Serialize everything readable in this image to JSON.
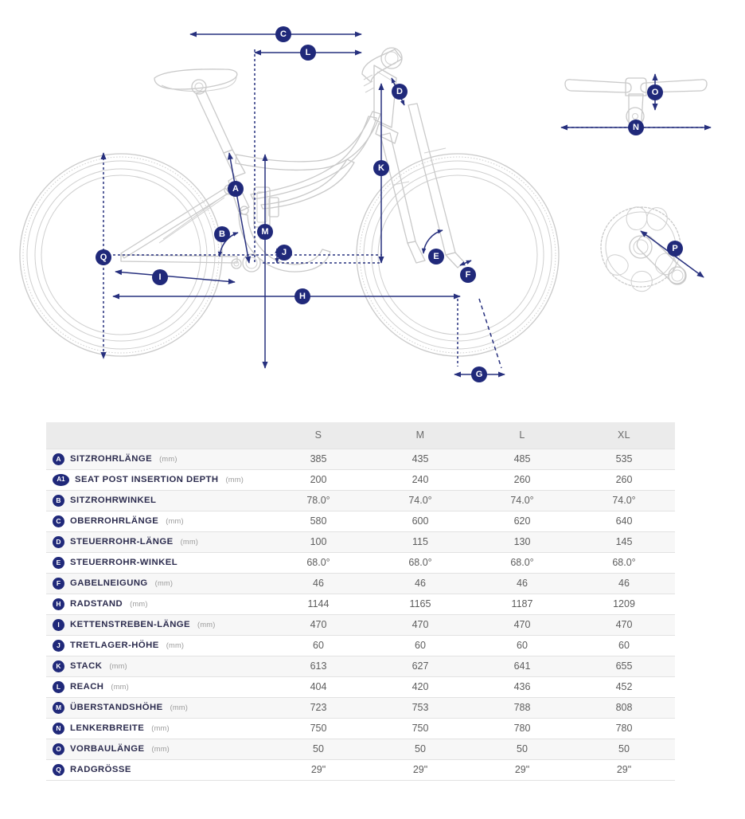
{
  "diagram": {
    "title": "Bicycle geometry diagram",
    "accent_color": "#20297a",
    "outline_color": "#c9c9c9",
    "markers": [
      {
        "id": "A",
        "name": "seat-tube-length"
      },
      {
        "id": "B",
        "name": "seat-tube-angle"
      },
      {
        "id": "C",
        "name": "top-tube-length"
      },
      {
        "id": "D",
        "name": "head-tube-length"
      },
      {
        "id": "E",
        "name": "head-tube-angle"
      },
      {
        "id": "F",
        "name": "fork-rake"
      },
      {
        "id": "G",
        "name": "trail"
      },
      {
        "id": "H",
        "name": "wheelbase"
      },
      {
        "id": "I",
        "name": "chainstay-length"
      },
      {
        "id": "J",
        "name": "bottom-bracket-height"
      },
      {
        "id": "K",
        "name": "stack"
      },
      {
        "id": "L",
        "name": "reach"
      },
      {
        "id": "M",
        "name": "standover-height"
      },
      {
        "id": "N",
        "name": "handlebar-width"
      },
      {
        "id": "O",
        "name": "stem-length"
      },
      {
        "id": "P",
        "name": "crank-length"
      },
      {
        "id": "Q",
        "name": "wheel-size"
      }
    ]
  },
  "table": {
    "columns": [
      "",
      "S",
      "M",
      "L",
      "XL"
    ],
    "rows": [
      {
        "badge": "A",
        "label": "SITZROHRLÄNGE",
        "unit": "(mm)",
        "values": [
          "385",
          "435",
          "485",
          "535"
        ]
      },
      {
        "badge": "A1",
        "label": "SEAT POST INSERTION DEPTH",
        "unit": "(mm)",
        "values": [
          "200",
          "240",
          "260",
          "260"
        ]
      },
      {
        "badge": "B",
        "label": "SITZROHRWINKEL",
        "unit": "",
        "values": [
          "78.0°",
          "74.0°",
          "74.0°",
          "74.0°"
        ]
      },
      {
        "badge": "C",
        "label": "OBERROHRLÄNGE",
        "unit": "(mm)",
        "values": [
          "580",
          "600",
          "620",
          "640"
        ]
      },
      {
        "badge": "D",
        "label": "STEUERROHR-LÄNGE",
        "unit": "(mm)",
        "values": [
          "100",
          "115",
          "130",
          "145"
        ]
      },
      {
        "badge": "E",
        "label": "STEUERROHR-WINKEL",
        "unit": "",
        "values": [
          "68.0°",
          "68.0°",
          "68.0°",
          "68.0°"
        ]
      },
      {
        "badge": "F",
        "label": "GABELNEIGUNG",
        "unit": "(mm)",
        "values": [
          "46",
          "46",
          "46",
          "46"
        ]
      },
      {
        "badge": "H",
        "label": "RADSTAND",
        "unit": "(mm)",
        "values": [
          "1144",
          "1165",
          "1187",
          "1209"
        ]
      },
      {
        "badge": "I",
        "label": "KETTENSTREBEN-LÄNGE",
        "unit": "(mm)",
        "values": [
          "470",
          "470",
          "470",
          "470"
        ]
      },
      {
        "badge": "J",
        "label": "TRETLAGER-HÖHE",
        "unit": "(mm)",
        "values": [
          "60",
          "60",
          "60",
          "60"
        ]
      },
      {
        "badge": "K",
        "label": "STACK",
        "unit": "(mm)",
        "values": [
          "613",
          "627",
          "641",
          "655"
        ]
      },
      {
        "badge": "L",
        "label": "REACH",
        "unit": "(mm)",
        "values": [
          "404",
          "420",
          "436",
          "452"
        ]
      },
      {
        "badge": "M",
        "label": "ÜBERSTANDSHÖHE",
        "unit": "(mm)",
        "values": [
          "723",
          "753",
          "788",
          "808"
        ]
      },
      {
        "badge": "N",
        "label": "LENKERBREITE",
        "unit": "(mm)",
        "values": [
          "750",
          "750",
          "780",
          "780"
        ]
      },
      {
        "badge": "O",
        "label": "VORBAULÄNGE",
        "unit": "(mm)",
        "values": [
          "50",
          "50",
          "50",
          "50"
        ]
      },
      {
        "badge": "Q",
        "label": "RADGRÖSSE",
        "unit": "",
        "values": [
          "29\"",
          "29\"",
          "29\"",
          "29\""
        ]
      }
    ]
  }
}
